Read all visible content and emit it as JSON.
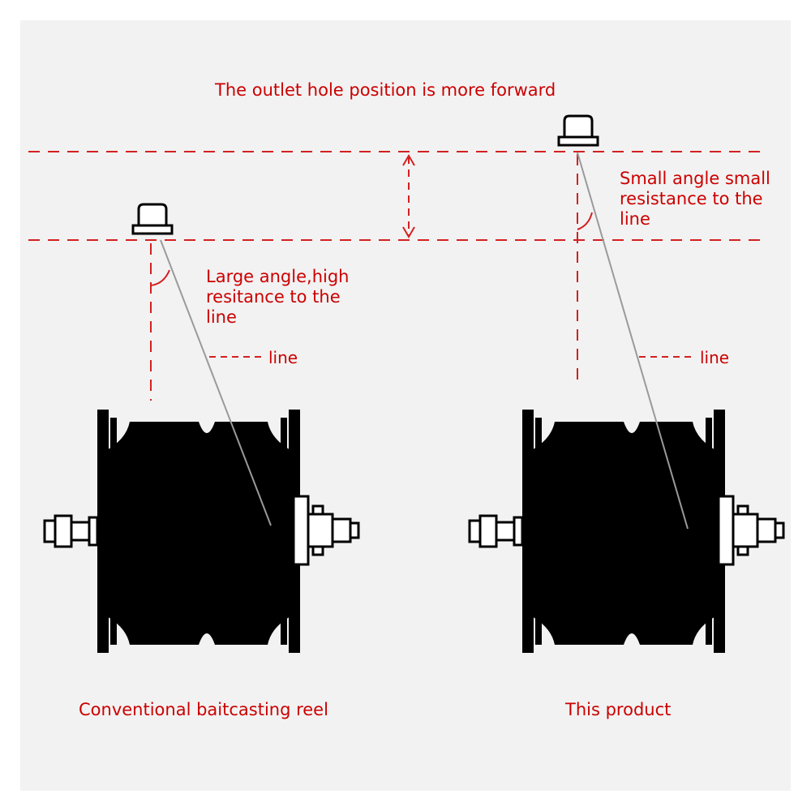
{
  "title": "The outlet hole position is more forward",
  "left_reel": {
    "angle_note": "Large angle,high resitance to the line",
    "line_label": "line",
    "caption": "Conventional baitcasting reel"
  },
  "right_reel": {
    "angle_note": "Small angle small resistance to the line",
    "line_label": "line",
    "caption": "This product"
  },
  "colors": {
    "annotation": "#cc0000",
    "reel": "#000000",
    "fishing_line": "#999999",
    "panel_background": "#f2f2f2"
  }
}
